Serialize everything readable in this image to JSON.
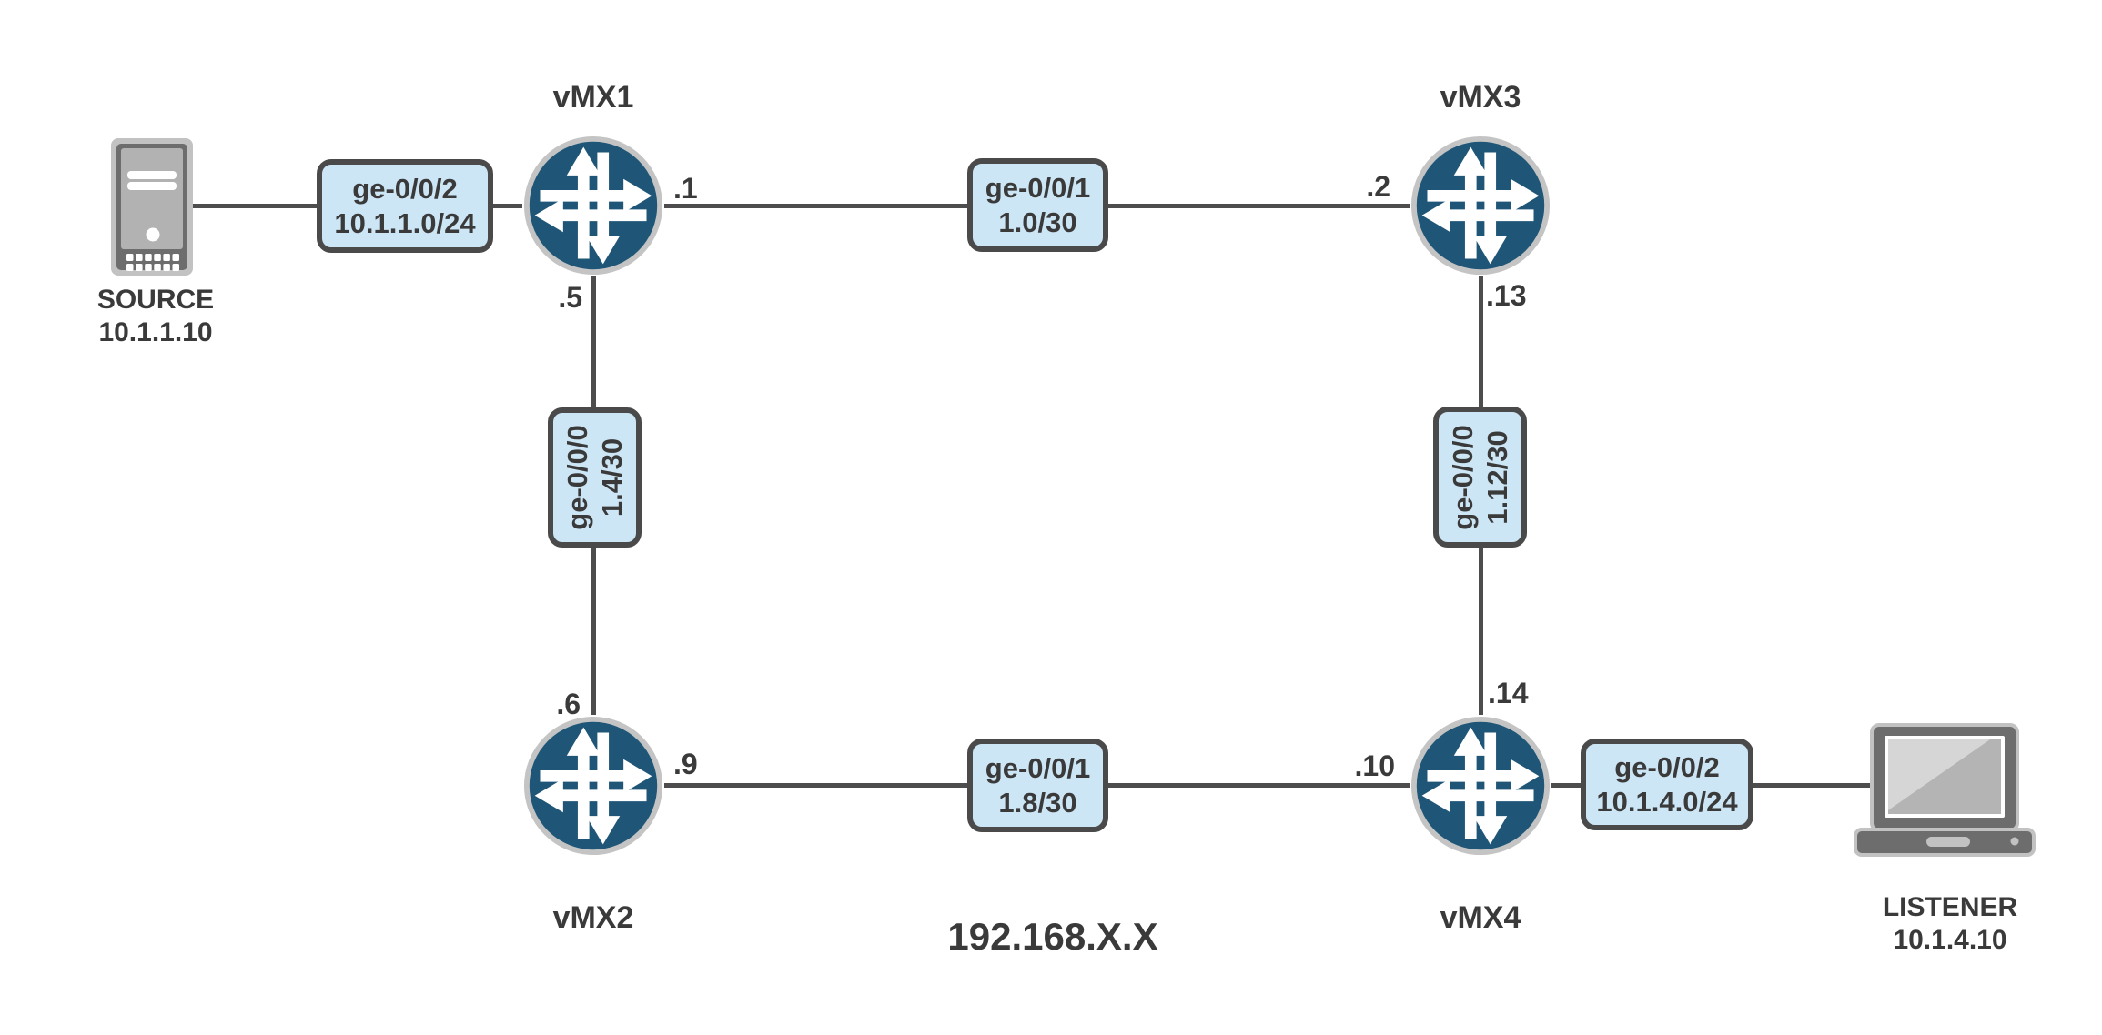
{
  "diagram": {
    "network_label": "192.168.X.X",
    "nodes": {
      "source": {
        "label": "SOURCE",
        "ip": "10.1.1.10",
        "icon": "server-tower-icon"
      },
      "listener": {
        "label": "LISTENER",
        "ip": "10.1.4.10",
        "icon": "laptop-icon"
      },
      "routers": [
        {
          "label": "vMX1",
          "icon": "juniper-router-icon"
        },
        {
          "label": "vMX2",
          "icon": "juniper-router-icon"
        },
        {
          "label": "vMX3",
          "icon": "juniper-router-icon"
        },
        {
          "label": "vMX4",
          "icon": "juniper-router-icon"
        }
      ]
    },
    "links": [
      {
        "name": "source-vmx1",
        "interface": "ge-0/0/2",
        "subnet": "10.1.1.0/24"
      },
      {
        "name": "vmx1-vmx3",
        "interface": "ge-0/0/1",
        "subnet": "1.0/30",
        "a": ".1",
        "b": ".2"
      },
      {
        "name": "vmx1-vmx2",
        "interface": "ge-0/0/0",
        "subnet": "1.4/30",
        "a": ".5",
        "b": ".6"
      },
      {
        "name": "vmx3-vmx4",
        "interface": "ge-0/0/0",
        "subnet": "1.12/30",
        "a": ".13",
        "b": ".14"
      },
      {
        "name": "vmx2-vmx4",
        "interface": "ge-0/0/1",
        "subnet": "1.8/30",
        "a": ".9",
        "b": ".10"
      },
      {
        "name": "vmx4-listener",
        "interface": "ge-0/0/2",
        "subnet": "10.1.4.0/24"
      }
    ],
    "colors": {
      "link": "#4D4D4D",
      "router_fill": "#1F5677",
      "router_ring": "#C4C4C4",
      "label_fill": "#CDE6F6",
      "label_border": "#4A4A4A",
      "text": "#3A3A3A",
      "device_dark": "#6D6D6D",
      "device_light": "#C2C2C2",
      "device_panel": "#B2B2B2",
      "device_screen": "#B4B4B4",
      "device_highlight": "#D6D6D6"
    }
  }
}
